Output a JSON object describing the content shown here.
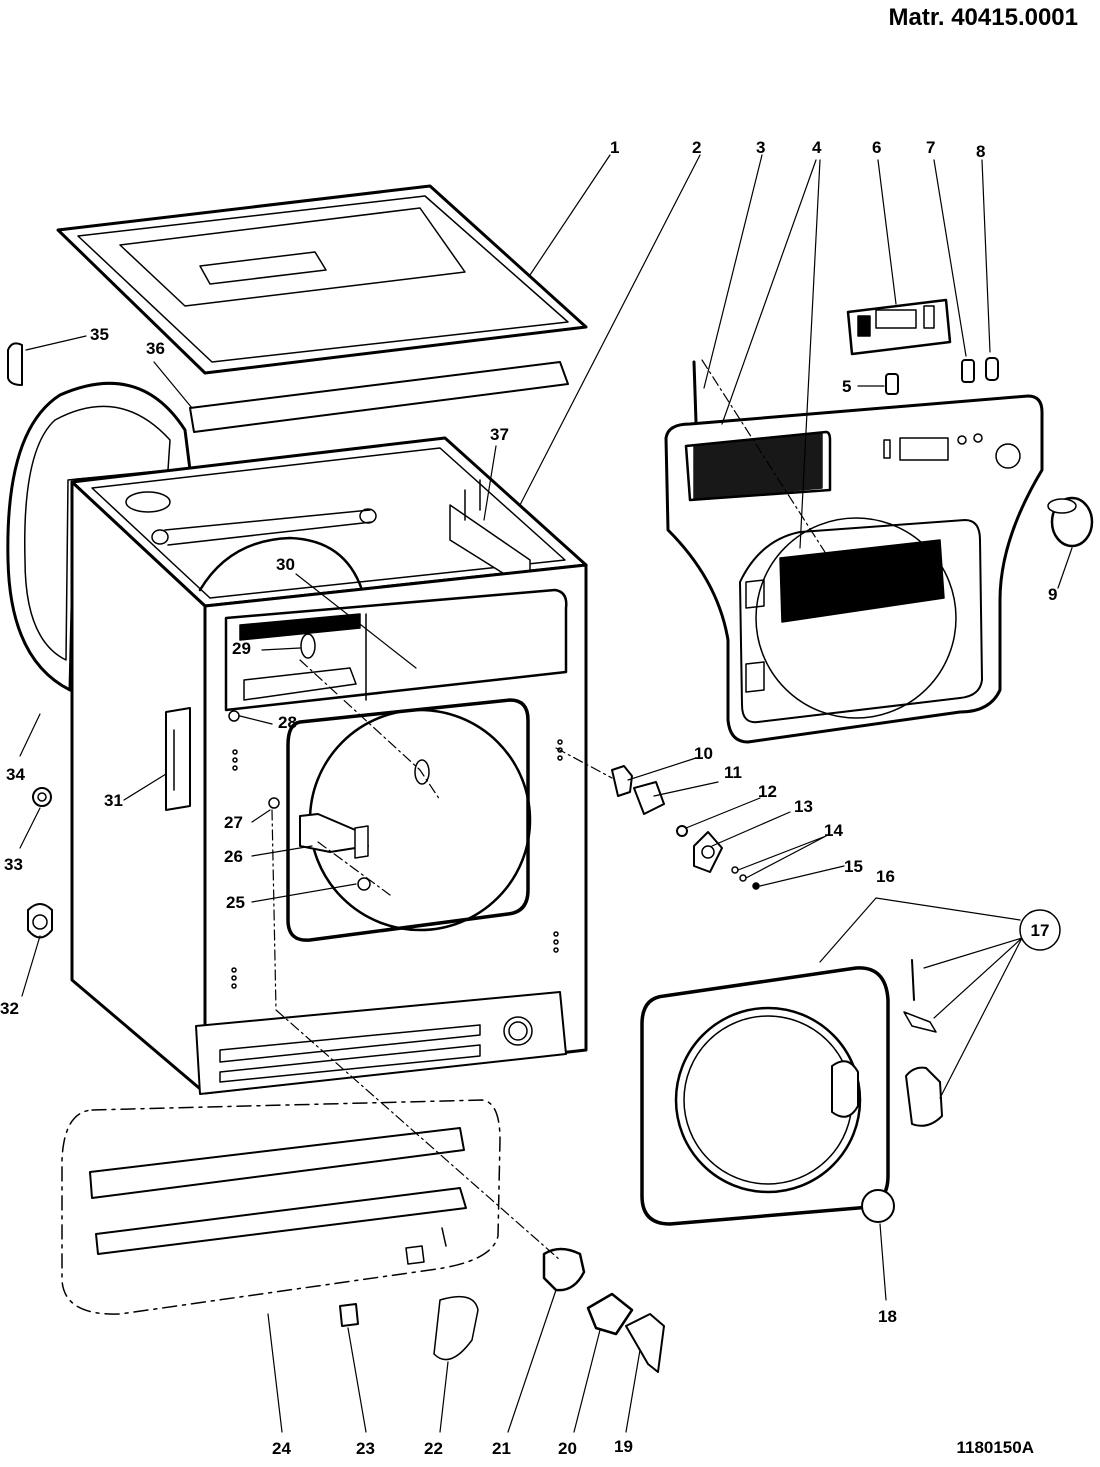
{
  "header": {
    "matr": "Matr. 40415.0001"
  },
  "footer": {
    "drawing_ref": "1180150A"
  },
  "parts": [
    {
      "id": "1",
      "label": "1"
    },
    {
      "id": "2",
      "label": "2"
    },
    {
      "id": "3",
      "label": "3"
    },
    {
      "id": "4",
      "label": "4"
    },
    {
      "id": "5",
      "label": "5"
    },
    {
      "id": "6",
      "label": "6"
    },
    {
      "id": "7",
      "label": "7"
    },
    {
      "id": "8",
      "label": "8"
    },
    {
      "id": "9",
      "label": "9"
    },
    {
      "id": "10",
      "label": "10"
    },
    {
      "id": "11",
      "label": "11"
    },
    {
      "id": "12",
      "label": "12"
    },
    {
      "id": "13",
      "label": "13"
    },
    {
      "id": "14",
      "label": "14"
    },
    {
      "id": "15",
      "label": "15"
    },
    {
      "id": "16",
      "label": "16"
    },
    {
      "id": "17",
      "label": "17"
    },
    {
      "id": "18",
      "label": "18"
    },
    {
      "id": "19",
      "label": "19"
    },
    {
      "id": "20",
      "label": "20"
    },
    {
      "id": "21",
      "label": "21"
    },
    {
      "id": "22",
      "label": "22"
    },
    {
      "id": "23",
      "label": "23"
    },
    {
      "id": "24",
      "label": "24"
    },
    {
      "id": "25",
      "label": "25"
    },
    {
      "id": "26",
      "label": "26"
    },
    {
      "id": "27",
      "label": "27"
    },
    {
      "id": "28",
      "label": "28"
    },
    {
      "id": "29",
      "label": "29"
    },
    {
      "id": "30",
      "label": "30"
    },
    {
      "id": "31",
      "label": "31"
    },
    {
      "id": "32",
      "label": "32"
    },
    {
      "id": "33",
      "label": "33"
    },
    {
      "id": "34",
      "label": "34"
    },
    {
      "id": "35",
      "label": "35"
    },
    {
      "id": "36",
      "label": "36"
    },
    {
      "id": "37",
      "label": "37"
    }
  ]
}
